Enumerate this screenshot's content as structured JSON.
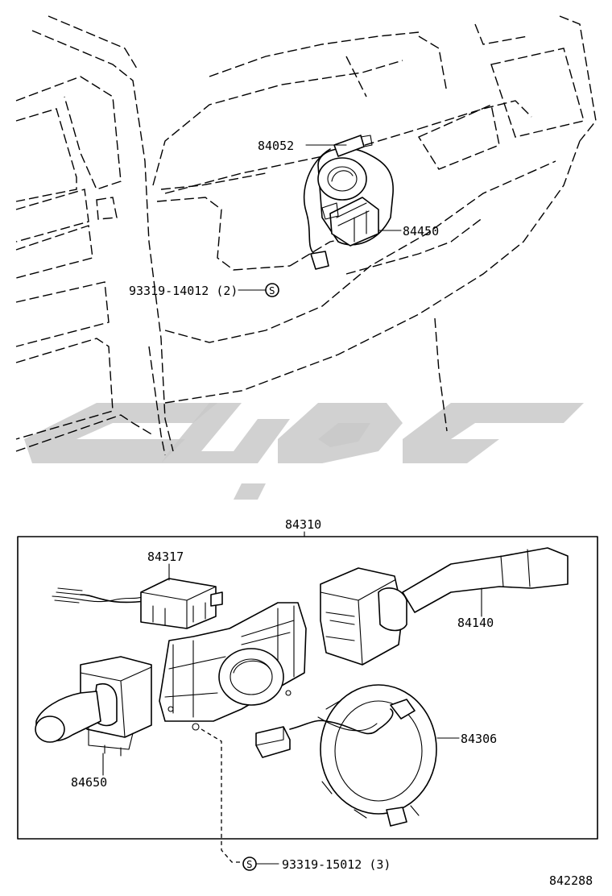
{
  "diagram_number": "842288",
  "parts": {
    "p84052": "84052",
    "p84450": "84450",
    "screw_top": "93319-14012 (2)",
    "p84310": "84310",
    "p84317": "84317",
    "p84140": "84140",
    "p84306": "84306",
    "p84650": "84650",
    "screw_bottom": "93319-15012 (3)"
  },
  "screw_symbol": "S",
  "colors": {
    "line": "#000000",
    "background": "#ffffff",
    "watermark": "#c9c9c9"
  }
}
